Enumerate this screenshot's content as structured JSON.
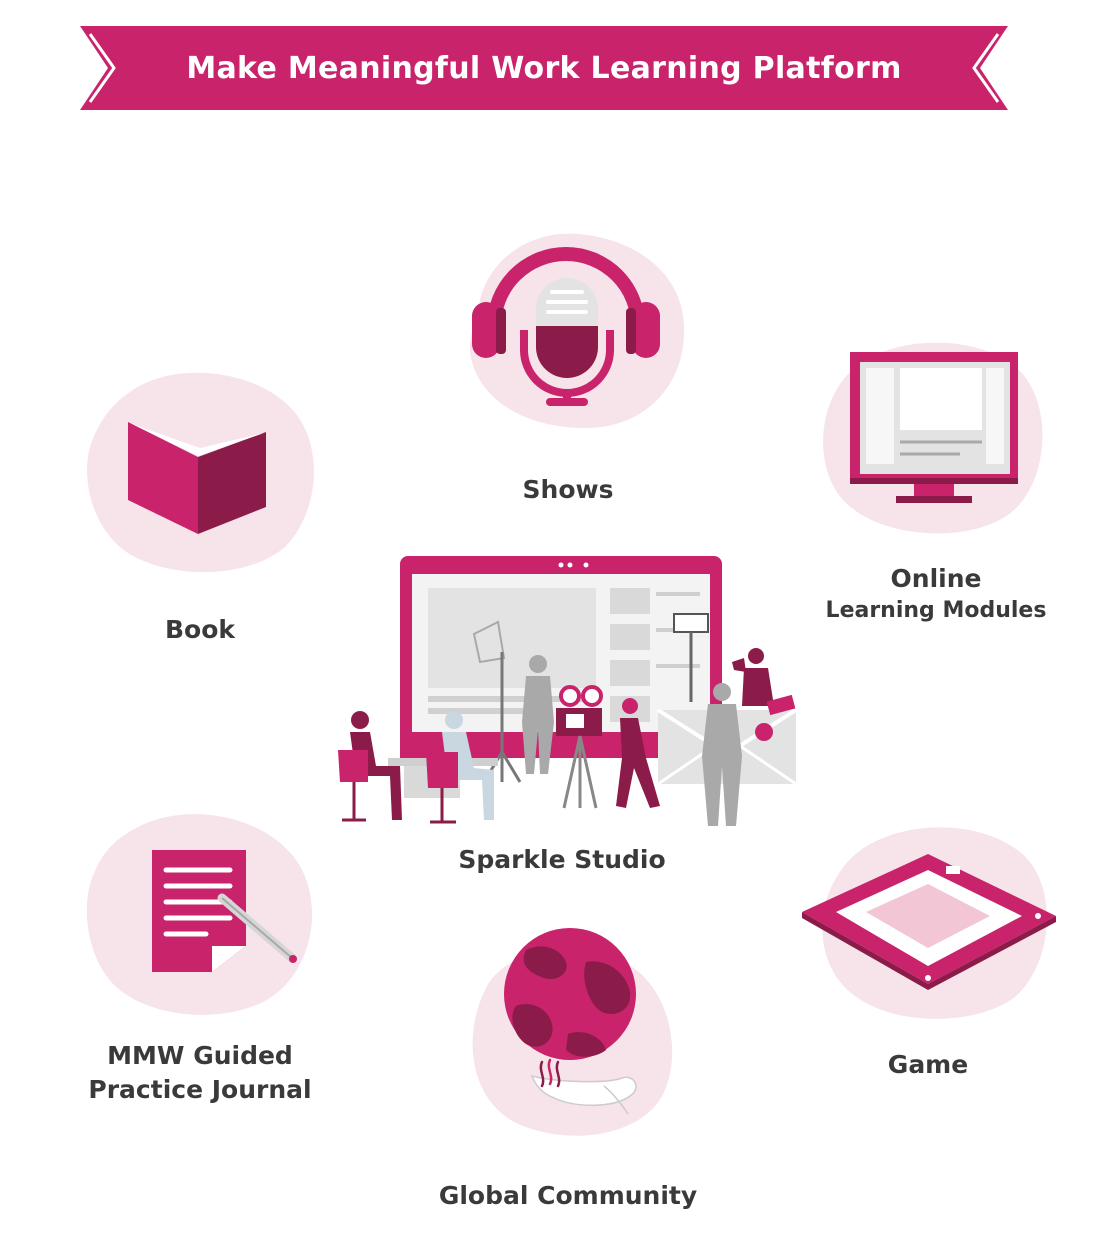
{
  "banner": {
    "title": "Make Meaningful Work Learning Platform"
  },
  "items": {
    "shows": {
      "label": "Shows",
      "icon": "podcast-headphones-microphone-icon"
    },
    "book": {
      "label": "Book",
      "icon": "open-book-icon"
    },
    "online": {
      "label_line1": "Online",
      "label_line2": "Learning Modules",
      "icon": "computer-monitor-icon"
    },
    "studio": {
      "label": "Sparkle Studio",
      "icon": "video-studio-scene-icon"
    },
    "journal": {
      "label_line1": "MMW Guided",
      "label_line2": "Practice Journal",
      "icon": "journal-pencil-icon"
    },
    "community": {
      "label": "Global Community",
      "icon": "globe-in-hand-icon"
    },
    "game": {
      "label": "Game",
      "icon": "board-game-icon"
    }
  },
  "colors": {
    "primary": "#c8236b",
    "dark": "#8b1c4a",
    "blob": "#f7e3ea",
    "light": "#f2c6d4",
    "gray": "#a9a9a9",
    "lightgray": "#e3e3e3",
    "text": "#3a3a3a"
  }
}
